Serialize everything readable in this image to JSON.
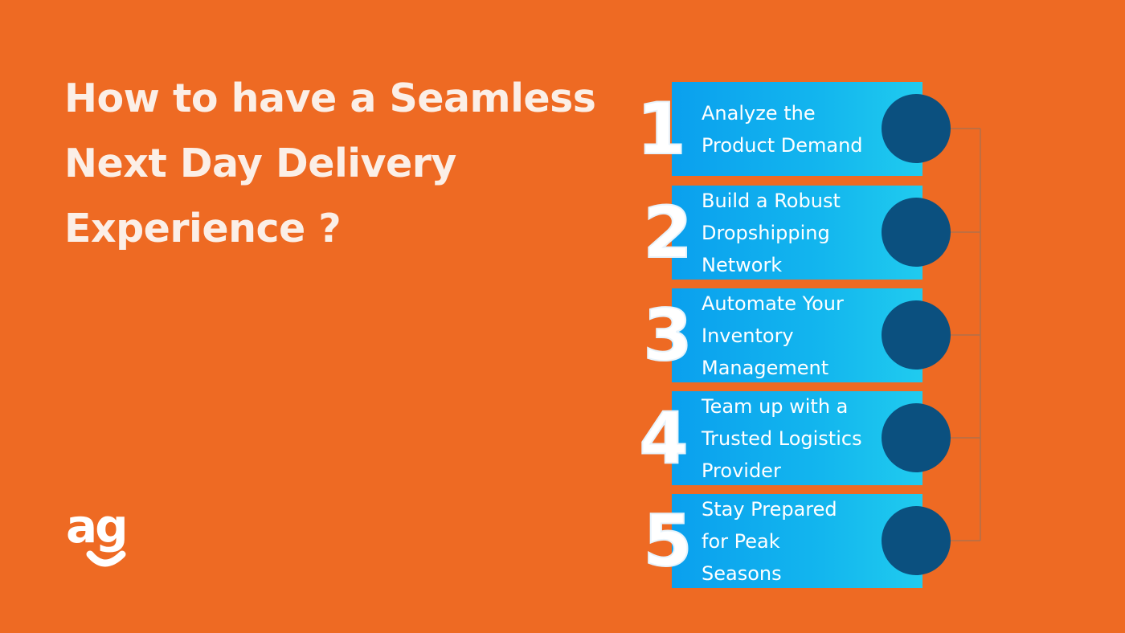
{
  "title": "How to have a Seamless Next Day Delivery Experience ?",
  "logo": {
    "text": "ag"
  },
  "colors": {
    "background": "#EE6A23",
    "title": "#FBEFE7",
    "card_start": "#0AA0EE",
    "card_end": "#20CBEF",
    "circle": "#0B507F",
    "connector": "#B0704A"
  },
  "steps": [
    {
      "number": "1",
      "text": "Analyze the\nProduct Demand"
    },
    {
      "number": "2",
      "text": "Build a Robust\nDropshipping\nNetwork"
    },
    {
      "number": "3",
      "text": "Automate Your\nInventory\nManagement"
    },
    {
      "number": "4",
      "text": "Team up with a\nTrusted Logistics\nProvider"
    },
    {
      "number": "5",
      "text": "Stay Prepared\nfor Peak\nSeasons"
    }
  ]
}
